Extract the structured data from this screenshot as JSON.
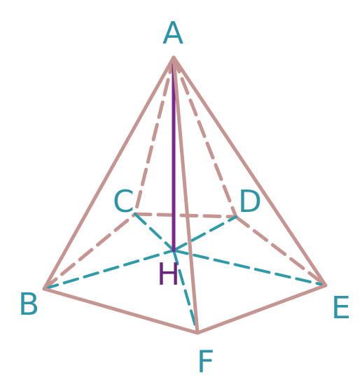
{
  "diagram": {
    "vertices": {
      "A": "A",
      "B": "B",
      "C": "C",
      "D": "D",
      "E": "E",
      "F": "F",
      "H": "H"
    },
    "colors": {
      "edge": "#c49591",
      "diagonal": "#2f9aa8",
      "height": "#7a2a8c",
      "label_teal": "#2f93a6",
      "label_purple": "#6a237f"
    }
  }
}
